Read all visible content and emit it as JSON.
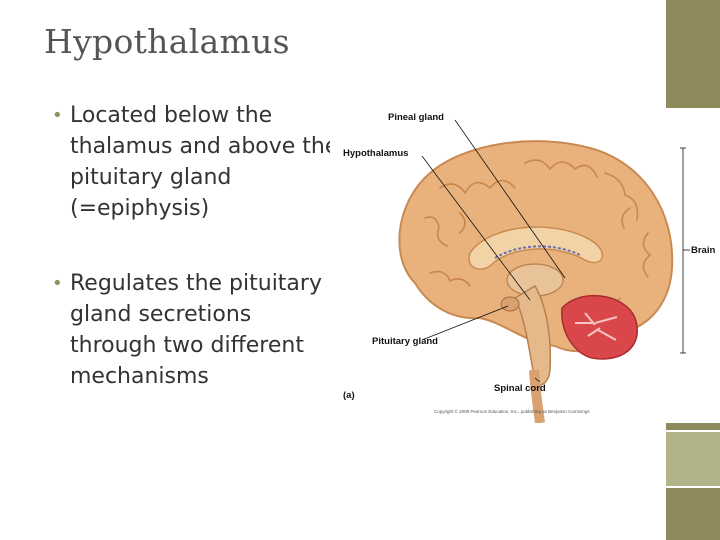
{
  "slide": {
    "title": "Hypothalamus",
    "bullets": [
      "Located below the thalamus and above the pituitary gland (=epiphysis)",
      "Regulates the pituitary gland secretions through two different mechanisms"
    ],
    "bullet_marker": "•"
  },
  "figure": {
    "labels": {
      "pineal": "Pineal gland",
      "hypothalamus": "Hypothalamus",
      "brain": "Brain",
      "pituitary": "Pituitary gland",
      "spinal": "Spinal cord",
      "panel": "(a)"
    },
    "copyright": "Copyright © 2008 Pearson Education, Inc., publishing as Benjamin Cummings"
  },
  "colors": {
    "accent_olive": "#8f8a5c",
    "accent_light": "#b3b38a",
    "title": "#555555",
    "brain": "#e9b27c",
    "cerebellum": "#d9474a"
  }
}
